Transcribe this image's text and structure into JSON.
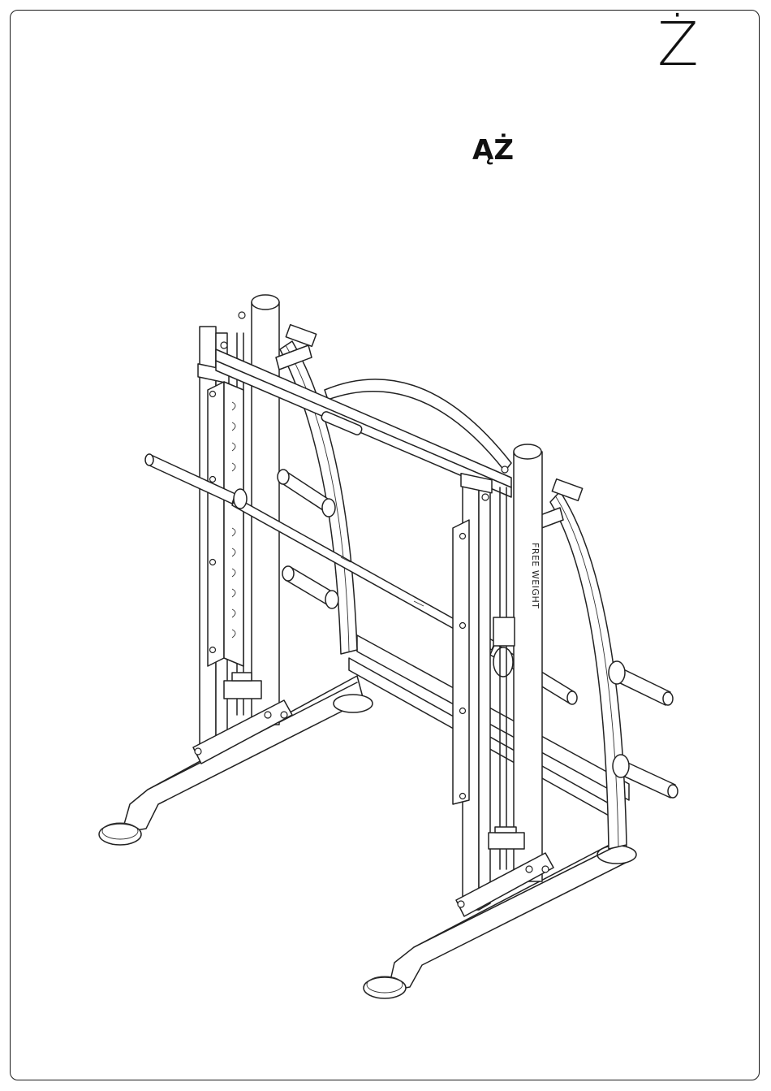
{
  "page": {
    "corner_letter": "Ż",
    "heading": "ĄŻ"
  },
  "figure": {
    "upright_label": "FREE WEIGHT"
  }
}
